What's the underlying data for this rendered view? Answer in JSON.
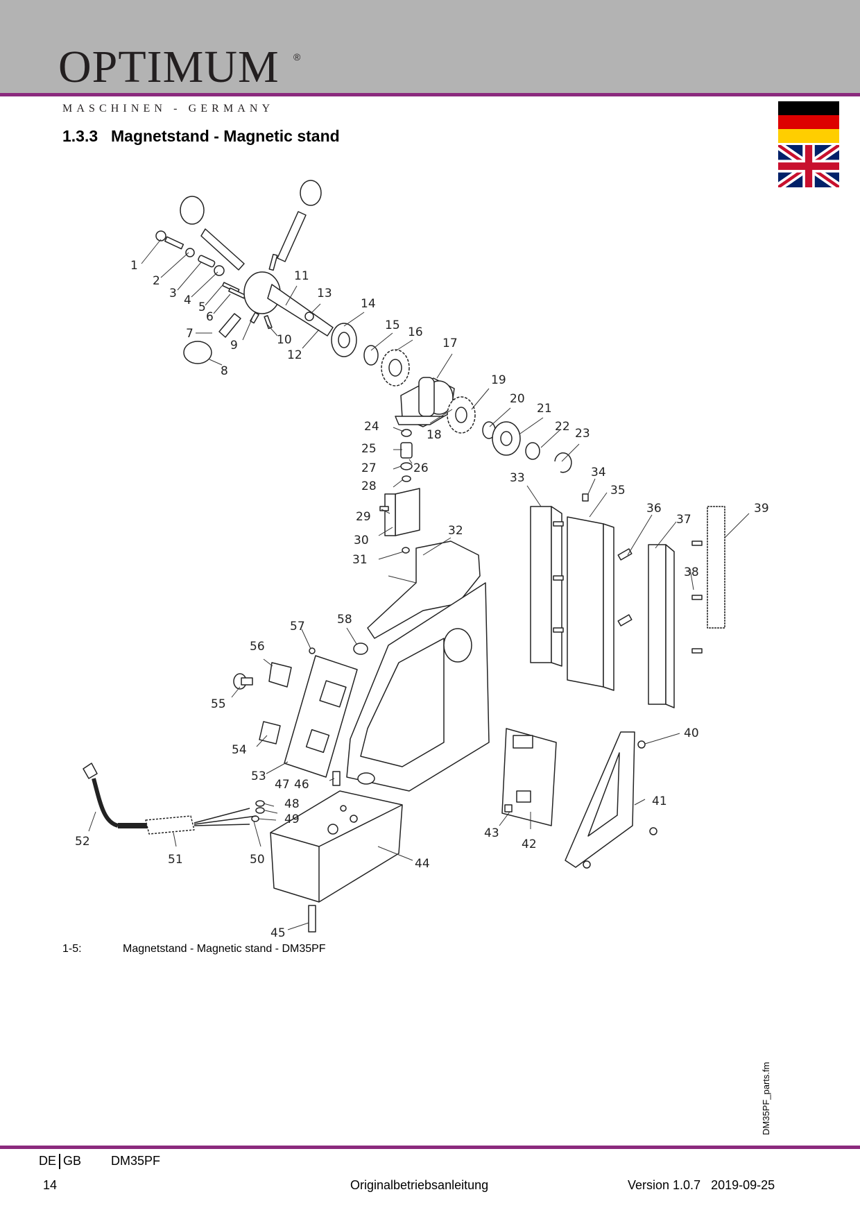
{
  "header": {
    "brand": "OPTIMUM",
    "brand_mark": "®",
    "tagline": "MASCHINEN - GERMANY"
  },
  "section": {
    "number": "1.3.3",
    "title": "Magnetstand - Magnetic stand"
  },
  "flags": [
    "german-flag-icon",
    "union-jack-icon"
  ],
  "diagram": {
    "callouts": [
      "1",
      "2",
      "3",
      "4",
      "5",
      "6",
      "7",
      "8",
      "9",
      "10",
      "11",
      "12",
      "13",
      "14",
      "15",
      "16",
      "17",
      "18",
      "19",
      "20",
      "21",
      "22",
      "23",
      "24",
      "25",
      "26",
      "27",
      "28",
      "29",
      "30",
      "31",
      "32",
      "33",
      "34",
      "35",
      "36",
      "37",
      "38",
      "39",
      "40",
      "41",
      "42",
      "43",
      "44",
      "45",
      "46",
      "47",
      "48",
      "49",
      "50",
      "51",
      "52",
      "53",
      "54",
      "55",
      "56",
      "57",
      "58"
    ]
  },
  "figure": {
    "number": "1-5:",
    "caption": "Magnetstand - Magnetic stand - DM35PF"
  },
  "side_filename": "DM35PF_parts.fm",
  "footer": {
    "lang_de": "DE",
    "lang_gb": "GB",
    "model": "DM35PF",
    "page": "14",
    "doc_title": "Originalbetriebsanleitung",
    "version": "Version 1.0.7   2019-09-25"
  },
  "colors": {
    "header_gray": "#b3b3b3",
    "accent": "#8b2a7e"
  }
}
